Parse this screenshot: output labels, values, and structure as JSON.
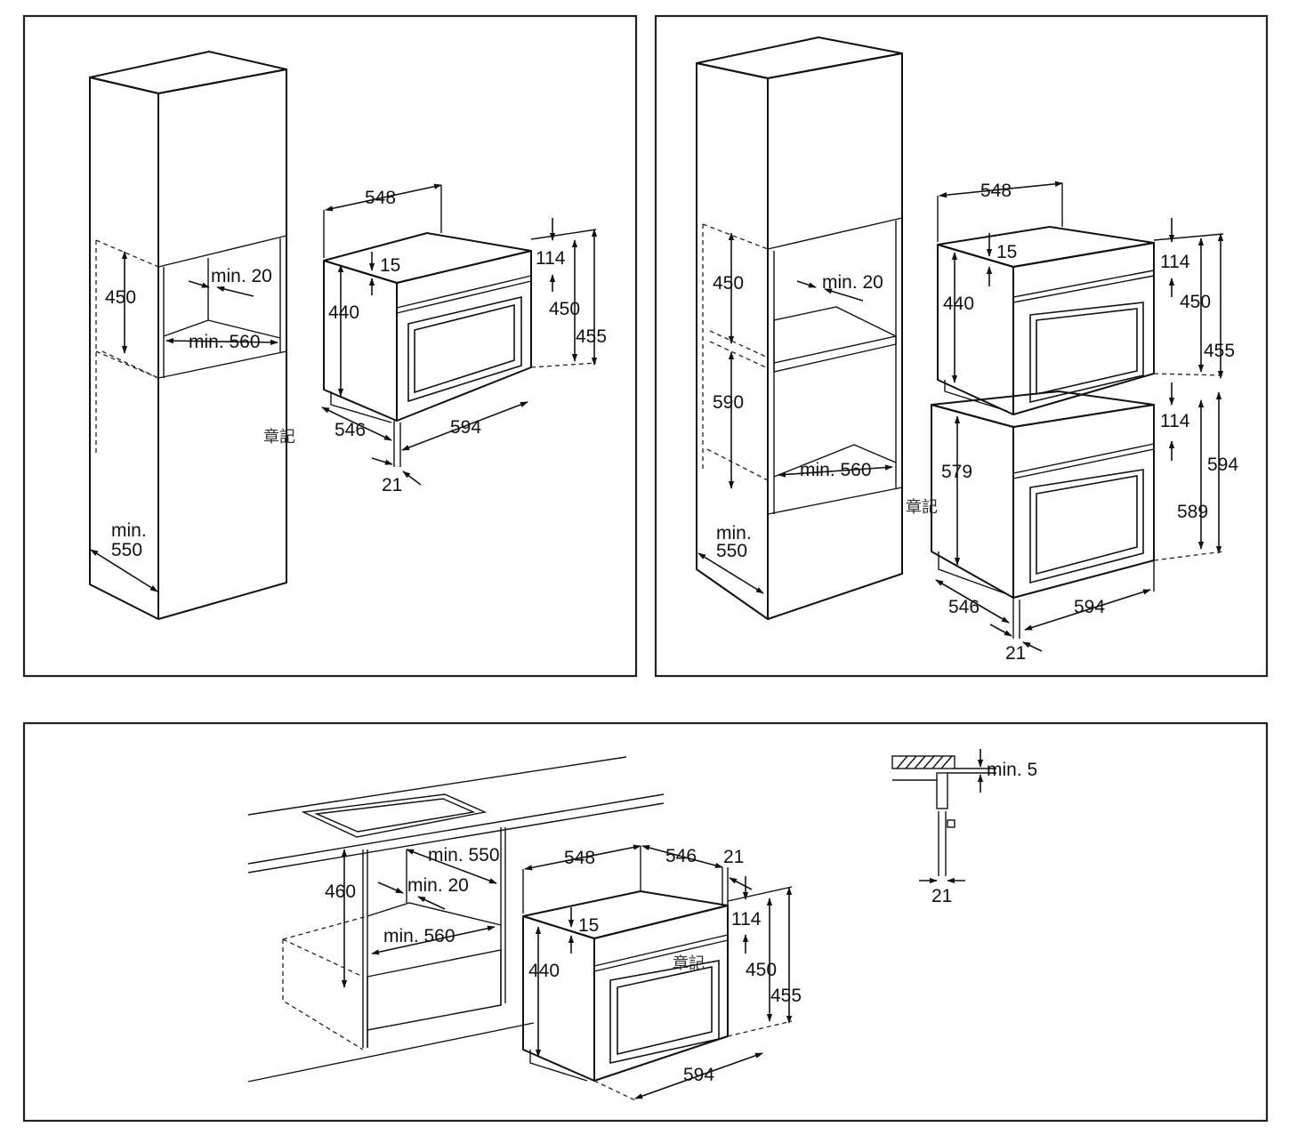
{
  "panels": {
    "top_left": {
      "labels": {
        "oven_width": "548",
        "top_gap": "15",
        "front_height": "440",
        "panel_height": "114",
        "body_height": "450",
        "total_height": "455",
        "depth": "546",
        "width": "594",
        "front_depth": "21",
        "niche_height": "450",
        "vent_gap": "min. 20",
        "niche_width": "min. 560",
        "cabinet_depth": "min.\n550"
      }
    },
    "top_right": {
      "labels": {
        "oven_width": "548",
        "top_gap": "15",
        "front_height": "440",
        "panel_height_top": "114",
        "body_height": "450",
        "total_height_top": "455",
        "front_height_lower": "579",
        "panel_height_lower": "114",
        "total_height_lower": "594",
        "body_height_lower": "589",
        "depth": "546",
        "width": "594",
        "front_depth": "21",
        "niche_upper": "450",
        "niche_lower": "590",
        "vent_gap": "min. 20",
        "niche_width": "min. 560",
        "cabinet_depth": "min.\n550"
      }
    },
    "bottom": {
      "labels": {
        "niche_height": "460",
        "cabinet_depth": "min. 550",
        "vent_gap": "min. 20",
        "niche_width": "min. 560",
        "oven_width": "548",
        "depth": "546",
        "front_depth": "21",
        "top_gap": "15",
        "front_height": "440",
        "panel_height": "114",
        "body_height": "450",
        "total_height": "455",
        "width": "594"
      }
    },
    "detail": {
      "labels": {
        "gap": "min. 5",
        "thickness": "21"
      }
    }
  },
  "stamp": "章記"
}
